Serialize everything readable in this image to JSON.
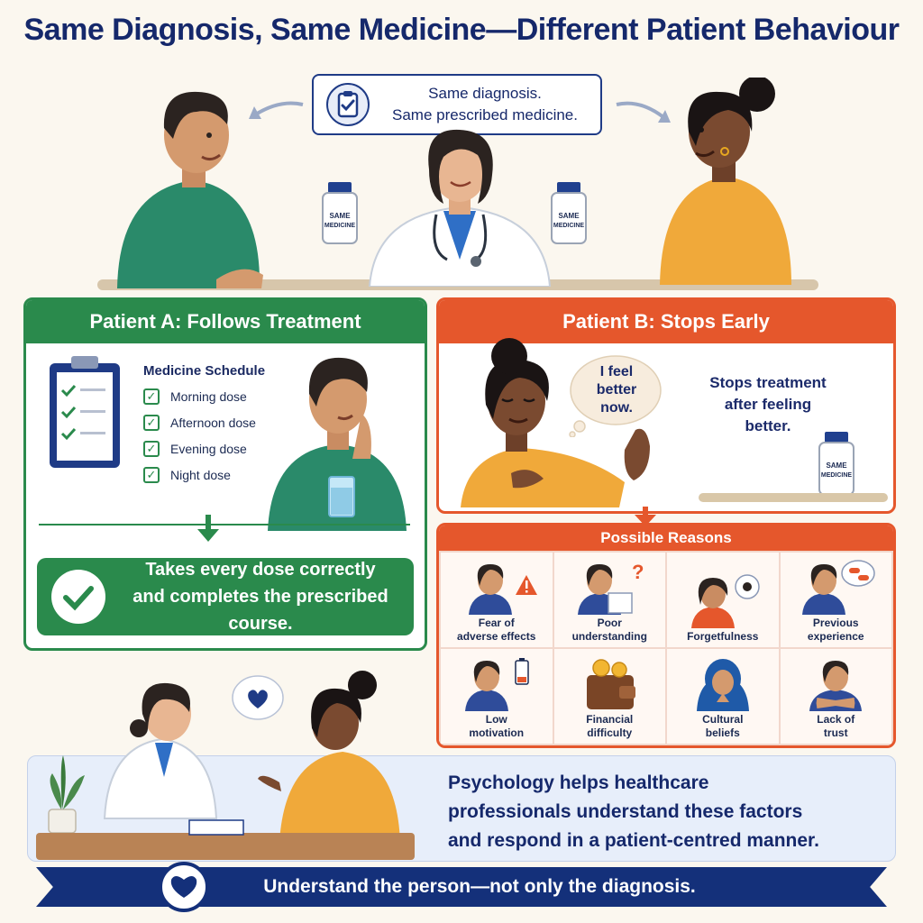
{
  "title": "Same Diagnosis, Same Medicine—Different Patient Behaviour",
  "top_note": {
    "line1": "Same diagnosis.",
    "line2": "Same prescribed medicine.",
    "icon": "clipboard-check-icon"
  },
  "bottle_label": {
    "line1": "SAME",
    "line2": "MEDICINE"
  },
  "patient_a": {
    "header": "Patient A: Follows Treatment",
    "schedule_title": "Medicine Schedule",
    "schedule": [
      "Morning dose",
      "Afternoon dose",
      "Evening dose",
      "Night dose"
    ],
    "outcome_line1": "Takes every dose correctly",
    "outcome_line2": "and completes the prescribed course."
  },
  "patient_b": {
    "header": "Patient B: Stops Early",
    "thought_line1": "I feel",
    "thought_line2": "better",
    "thought_line3": "now.",
    "stops_line1": "Stops treatment",
    "stops_line2": "after feeling",
    "stops_line3": "better."
  },
  "reasons": {
    "header": "Possible Reasons",
    "items": [
      {
        "line1": "Fear of",
        "line2": "adverse effects",
        "icon": "warning-icon"
      },
      {
        "line1": "Poor",
        "line2": "understanding",
        "icon": "question-icon"
      },
      {
        "line1": "Forgetfulness",
        "line2": "",
        "icon": "thought-icon"
      },
      {
        "line1": "Previous",
        "line2": "experience",
        "icon": "pills-thought-icon"
      },
      {
        "line1": "Low",
        "line2": "motivation",
        "icon": "low-battery-icon"
      },
      {
        "line1": "Financial",
        "line2": "difficulty",
        "icon": "wallet-icon"
      },
      {
        "line1": "Cultural",
        "line2": "beliefs",
        "icon": "headscarf-icon"
      },
      {
        "line1": "Lack of",
        "line2": "trust",
        "icon": "crossed-arms-icon"
      }
    ]
  },
  "psychology": {
    "line1": "Psychology helps healthcare",
    "line2": "professionals understand these factors",
    "line3": "and respond in a patient-centred manner."
  },
  "banner": "Understand the person—not only the diagnosis.",
  "colors": {
    "navy": "#15286b",
    "green": "#2a8a4c",
    "orange": "#e5572c"
  }
}
